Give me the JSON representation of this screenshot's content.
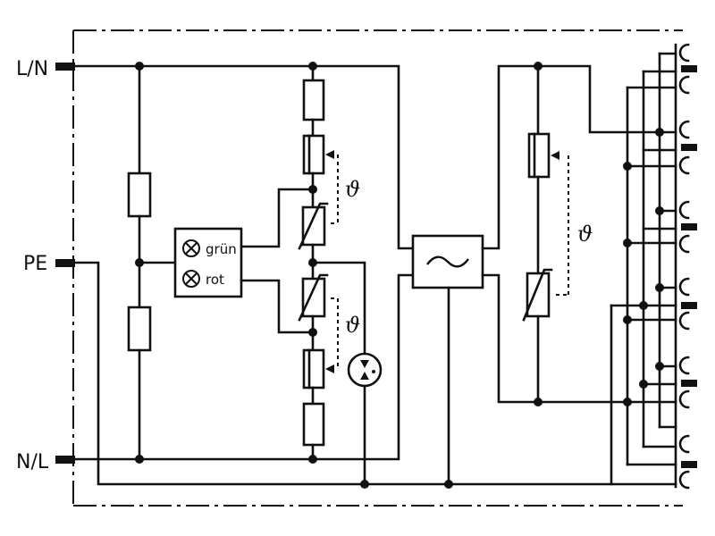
{
  "terminals": {
    "ln": "L/N",
    "pe": "PE",
    "nl": "N/L"
  },
  "indicator": {
    "green": "grün",
    "red": "rot"
  },
  "thermal_symbol": "ϑ"
}
